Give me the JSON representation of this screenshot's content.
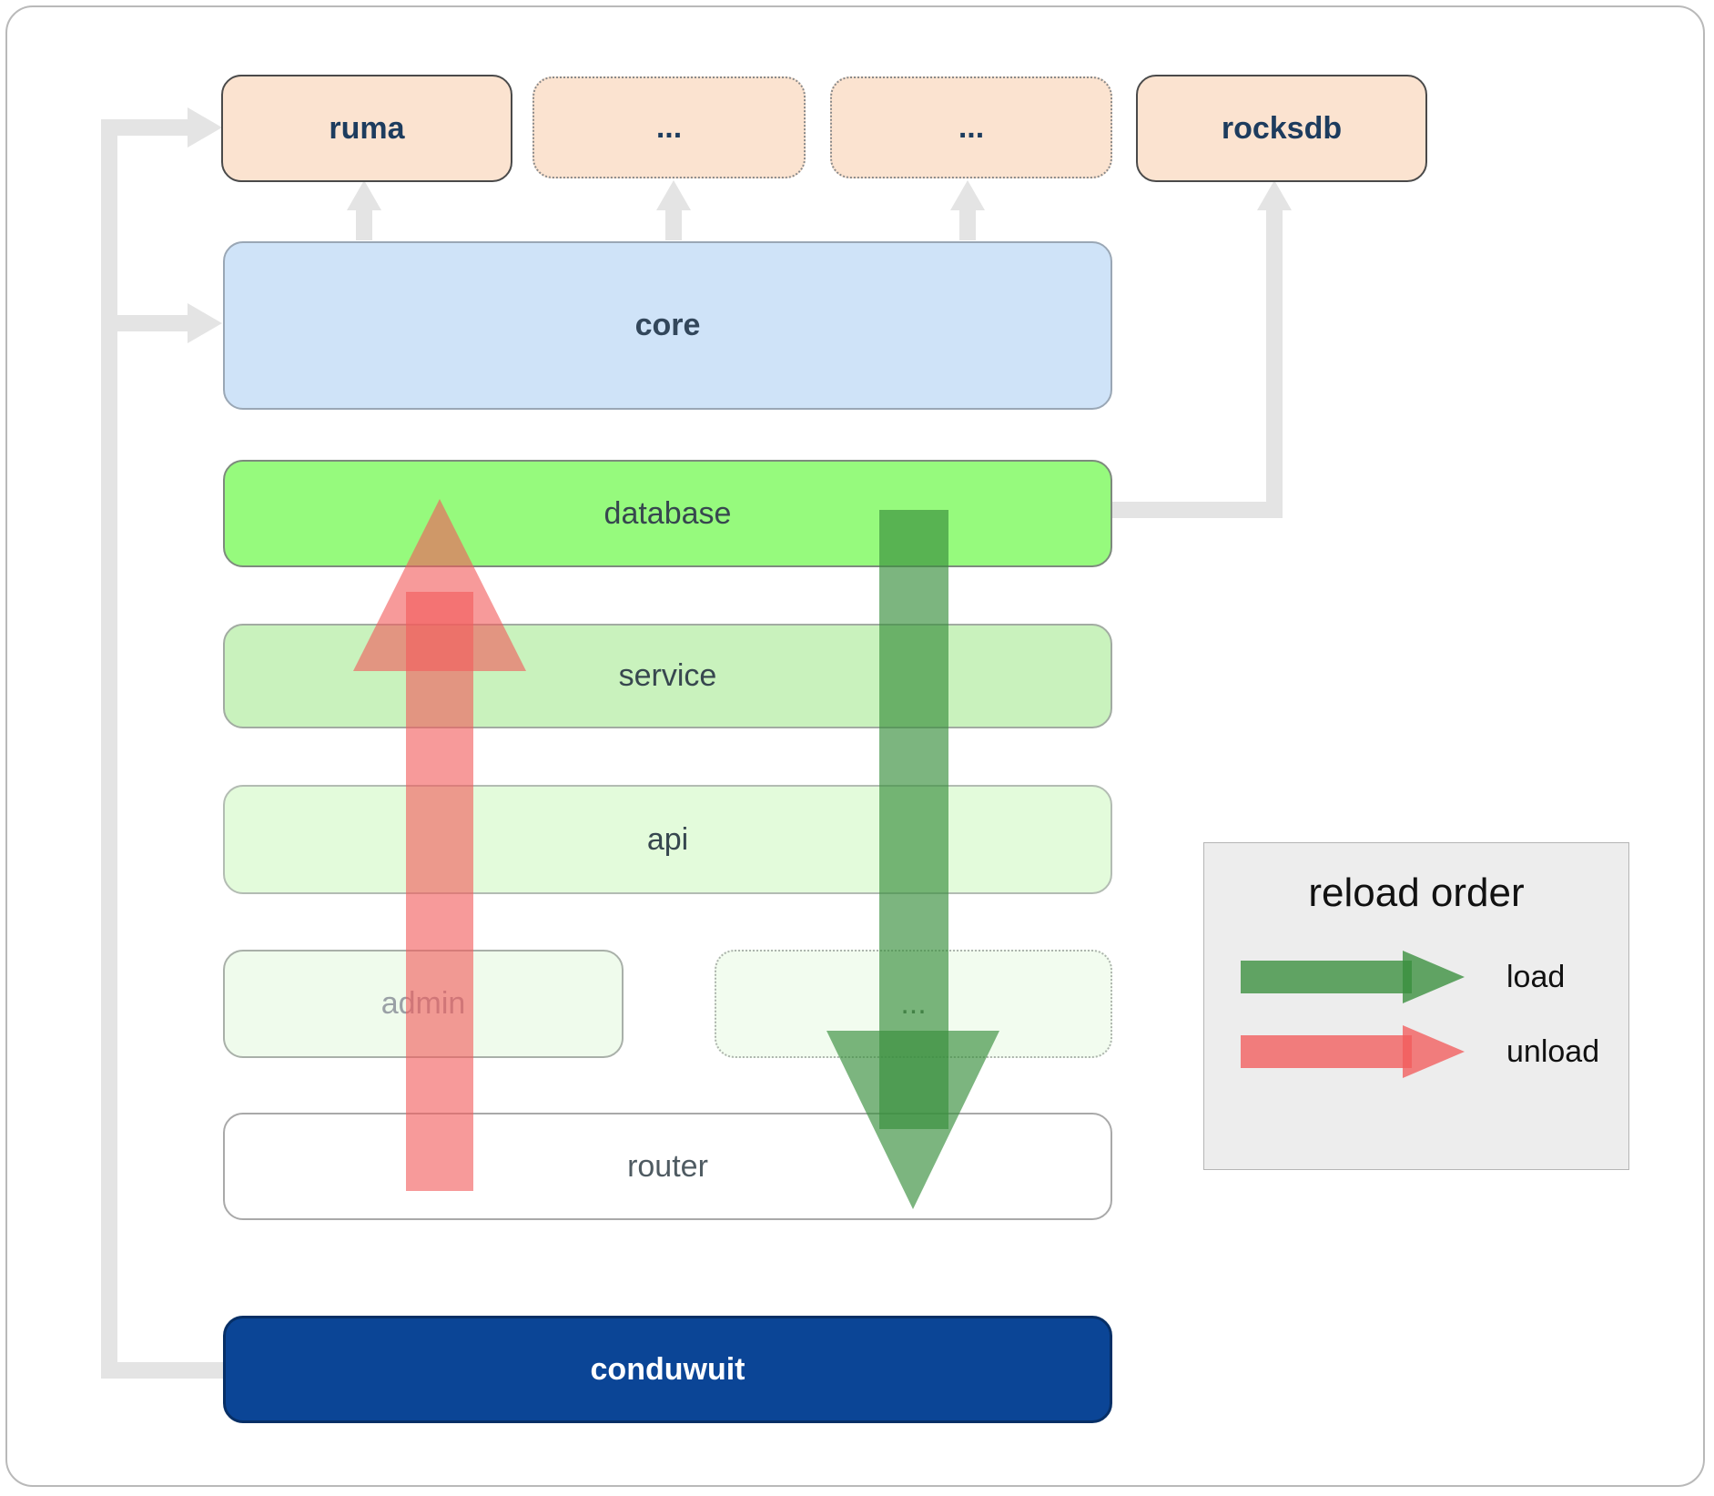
{
  "boxes": {
    "ruma": "ruma",
    "dots_top_1": "...",
    "dots_top_2": "...",
    "rocksdb": "rocksdb",
    "core": "core",
    "database": "database",
    "service": "service",
    "api": "api",
    "admin": "admin",
    "dots_admin": "...",
    "router": "router",
    "conduwuit": "conduwuit"
  },
  "legend": {
    "title": "reload order",
    "load_label": "load",
    "unload_label": "unload"
  },
  "colors": {
    "module_peach": "#fbe3d0",
    "core_blue": "#cfe3f8",
    "database_green": "#96fa7d",
    "service_green": "#c9f2bd",
    "api_green": "#e3fbdb",
    "admin_green": "#effbec",
    "conduwuit_blue": "#0b4596",
    "load_arrow_green": "#388e3c",
    "unload_arrow_red": "#f25c5c",
    "connector_gray": "#e4e4e4"
  }
}
